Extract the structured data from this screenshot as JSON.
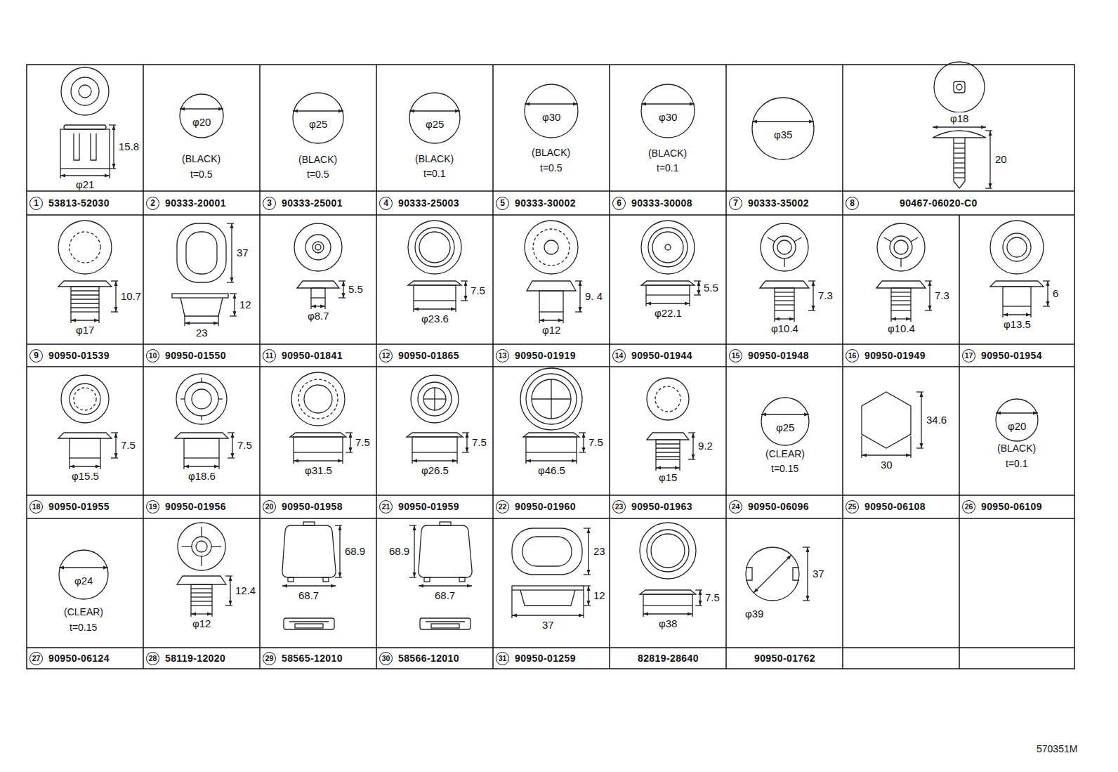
{
  "diagram": {
    "labels": [
      "15.8",
      "φ21",
      "1",
      "53813-52030",
      "φ20",
      "(BLACK)",
      "t=0.5",
      "2",
      "90333-20001",
      "φ25",
      "(BLACK)",
      "t=0.5",
      "3",
      "90333-25001",
      "φ25",
      "(BLACK)",
      "t=0.1",
      "4",
      "90333-25003",
      "φ30",
      "(BLACK)",
      "t=0.5",
      "5",
      "90333-30002",
      "φ30",
      "(BLACK)",
      "t=0.1",
      "6",
      "90333-30008",
      "φ35",
      "7",
      "90333-35002",
      "φ18",
      "20",
      "8",
      "90467-06020-C0",
      "10.7",
      "φ17",
      "9",
      "90950-01539",
      "37",
      "12",
      "23",
      "10",
      "90950-01550",
      "5.5",
      "φ8.7",
      "11",
      "90950-01841",
      "7.5",
      "φ23.6",
      "12",
      "90950-01865",
      "9. 4",
      "φ12",
      "13",
      "90950-01919",
      "5.5",
      "φ22.1",
      "14",
      "90950-01944",
      "7.3",
      "φ10.4",
      "15",
      "90950-01948",
      "7.3",
      "φ10.4",
      "16",
      "90950-01949",
      "6",
      "φ13.5",
      "17",
      "90950-01954",
      "7.5",
      "φ15.5",
      "18",
      "90950-01955",
      "7.5",
      "φ18.6",
      "19",
      "90950-01956",
      "7.5",
      "φ31.5",
      "20",
      "90950-01958",
      "7.5",
      "φ26.5",
      "21",
      "90950-01959",
      "7.5",
      "φ46.5",
      "22",
      "90950-01960",
      "9.2",
      "φ15",
      "23",
      "90950-01963",
      "φ25",
      "(CLEAR)",
      "t=0.15",
      "24",
      "90950-06096",
      "34.6",
      "30",
      "25",
      "90950-06108",
      "φ20",
      "(BLACK)",
      "t=0.1",
      "26",
      "90950-06109",
      "φ24",
      "(CLEAR)",
      "t=0.15",
      "27",
      "90950-06124",
      "12.4",
      "φ12",
      "28",
      "58119-12020",
      "68.9",
      "68.7",
      "29",
      "58565-12010",
      "68.9",
      "68.7",
      "30",
      "58566-12010",
      "23",
      "12",
      "37",
      "31",
      "90950-01259",
      "7.5",
      "φ38",
      "82819-28640",
      "37",
      "φ39",
      "90950-01762",
      "570351M"
    ]
  }
}
